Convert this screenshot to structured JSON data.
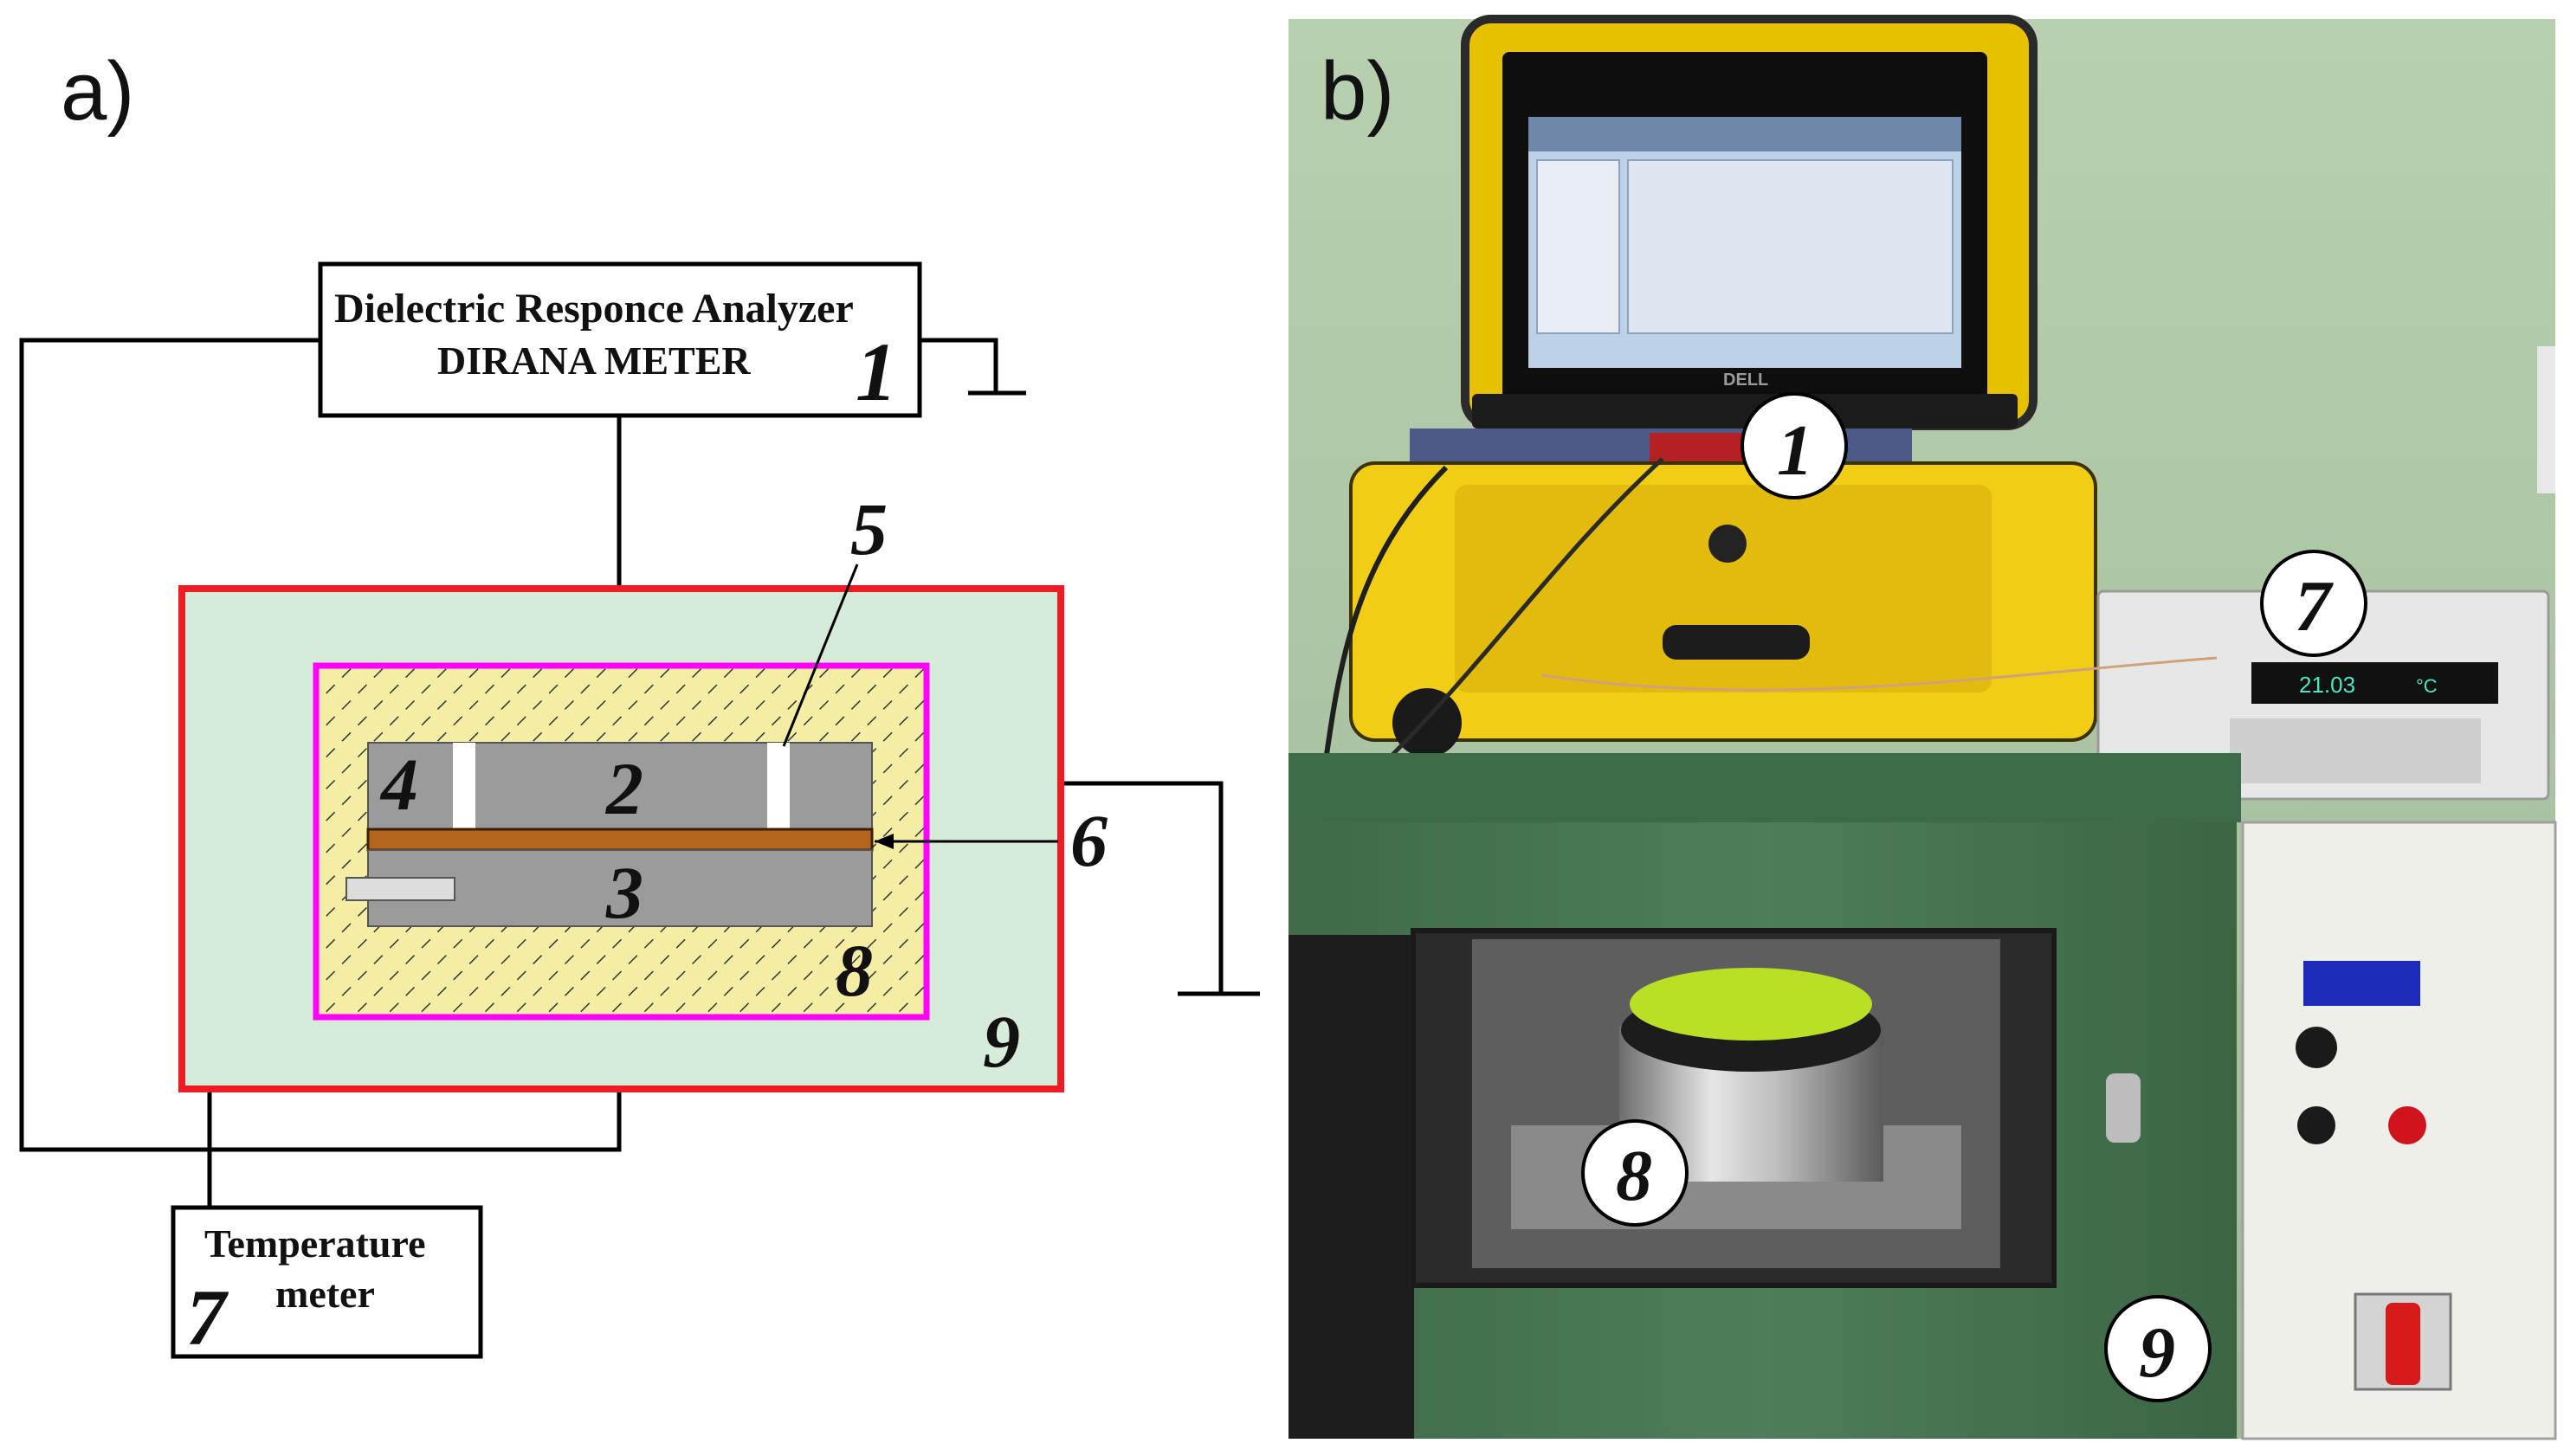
{
  "panel_a": {
    "label": "a)",
    "analyzer": {
      "line1": "Dielectric Responce Analyzer",
      "line2": "DIRANA METER",
      "number": "1"
    },
    "thermometer": {
      "line1": "Temperature",
      "line2": "meter",
      "number": "7"
    },
    "numbers": {
      "electrode_top": "2",
      "electrode_bottom": "3",
      "guard_ring": "4",
      "gap": "5",
      "sample": "6",
      "insulation": "8",
      "chamber": "9"
    },
    "colors": {
      "chamber_border": "#ee1c24",
      "chamber_fill": "#d6ecd9",
      "insulation_border": "#ff00ff",
      "insulation_fill": "#f3eea4",
      "electrode": "#9b9b9b",
      "sample": "#b5651d"
    }
  },
  "panel_b": {
    "label": "b)",
    "callouts": {
      "analyzer": "1",
      "thermometer": "7",
      "electrode_cell": "8",
      "chamber": "9"
    },
    "laptop_brand": "DELL",
    "thermometer_reading": "21.03",
    "thermometer_unit": "°C"
  }
}
